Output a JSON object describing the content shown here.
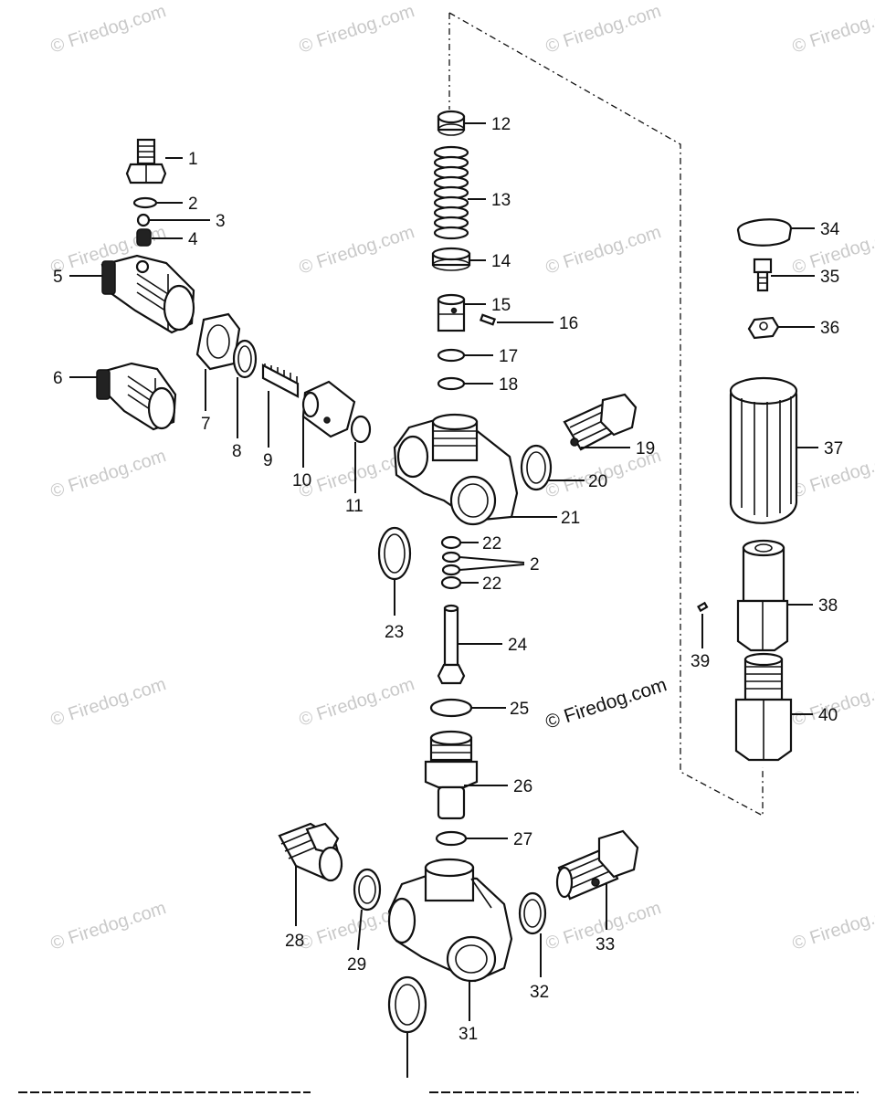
{
  "watermark": "© Firedog.com",
  "visible_watermark": "© Firedog.com",
  "callouts": [
    "1",
    "2",
    "3",
    "4",
    "5",
    "6",
    "7",
    "8",
    "9",
    "10",
    "11",
    "12",
    "13",
    "14",
    "15",
    "16",
    "17",
    "18",
    "19",
    "20",
    "21",
    "22",
    "2",
    "22",
    "23",
    "24",
    "25",
    "26",
    "27",
    "28",
    "29",
    "31",
    "32",
    "33",
    "34",
    "35",
    "36",
    "37",
    "38",
    "39",
    "40"
  ]
}
